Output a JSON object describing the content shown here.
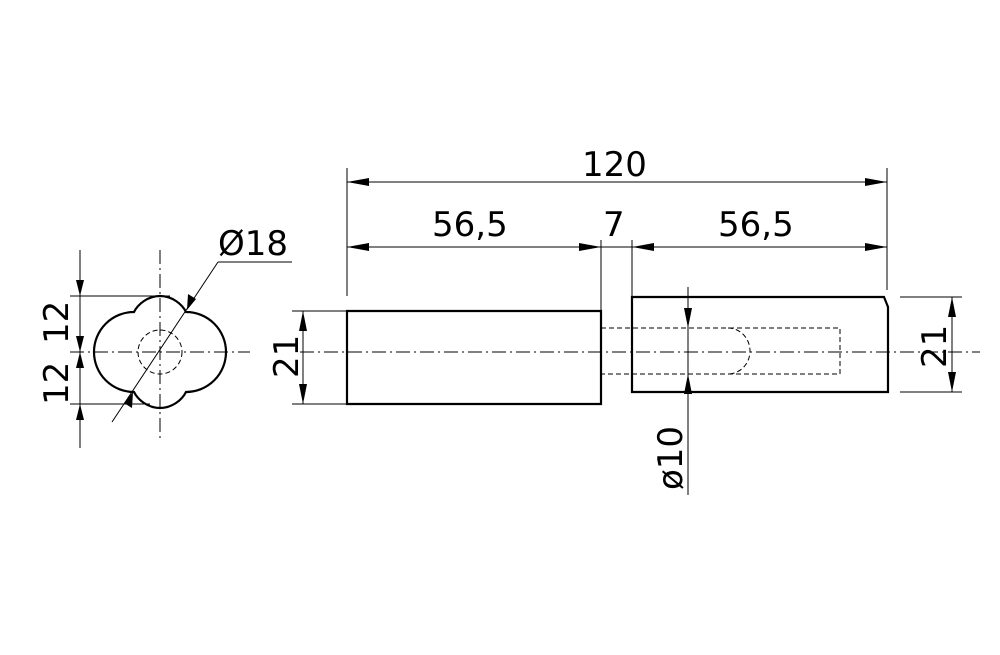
{
  "dimensions": {
    "overall_length": "120",
    "left_length": "56,5",
    "gap_length": "7",
    "right_length": "56,5",
    "diameter_end_view": "Ø18",
    "left_height": "21",
    "right_height": "21",
    "bore_diameter": "ø10",
    "upper_offset": "12",
    "lower_offset": "12"
  }
}
